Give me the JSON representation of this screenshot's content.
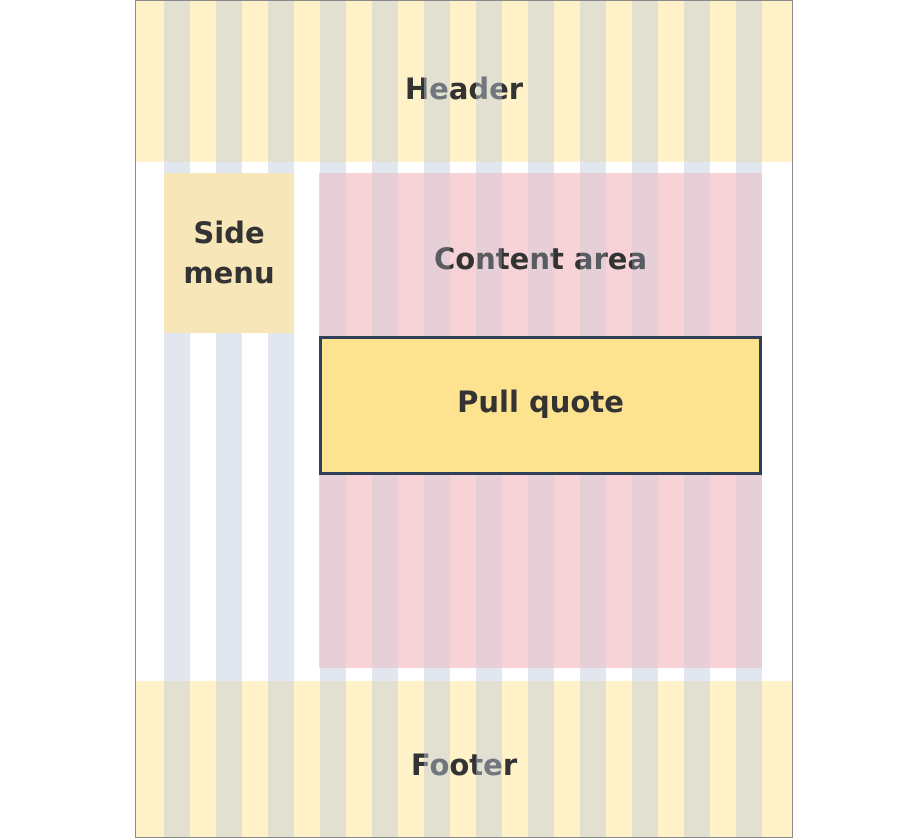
{
  "diagram": {
    "header_label": "Header",
    "side_menu_label": "Side menu",
    "content_area_label": "Content area",
    "pull_quote_label": "Pull quote",
    "footer_label": "Footer"
  },
  "colors": {
    "band_fill": "#fff2c8",
    "column_stripe": "#bfc9dc",
    "side_menu_fill": "#f6e6b8",
    "content_fill": "#f7d2d6",
    "pull_quote_fill": "#fde28f",
    "pull_quote_border": "#2f3f57",
    "label_text": "#333333"
  },
  "grid": {
    "columns": 12
  }
}
